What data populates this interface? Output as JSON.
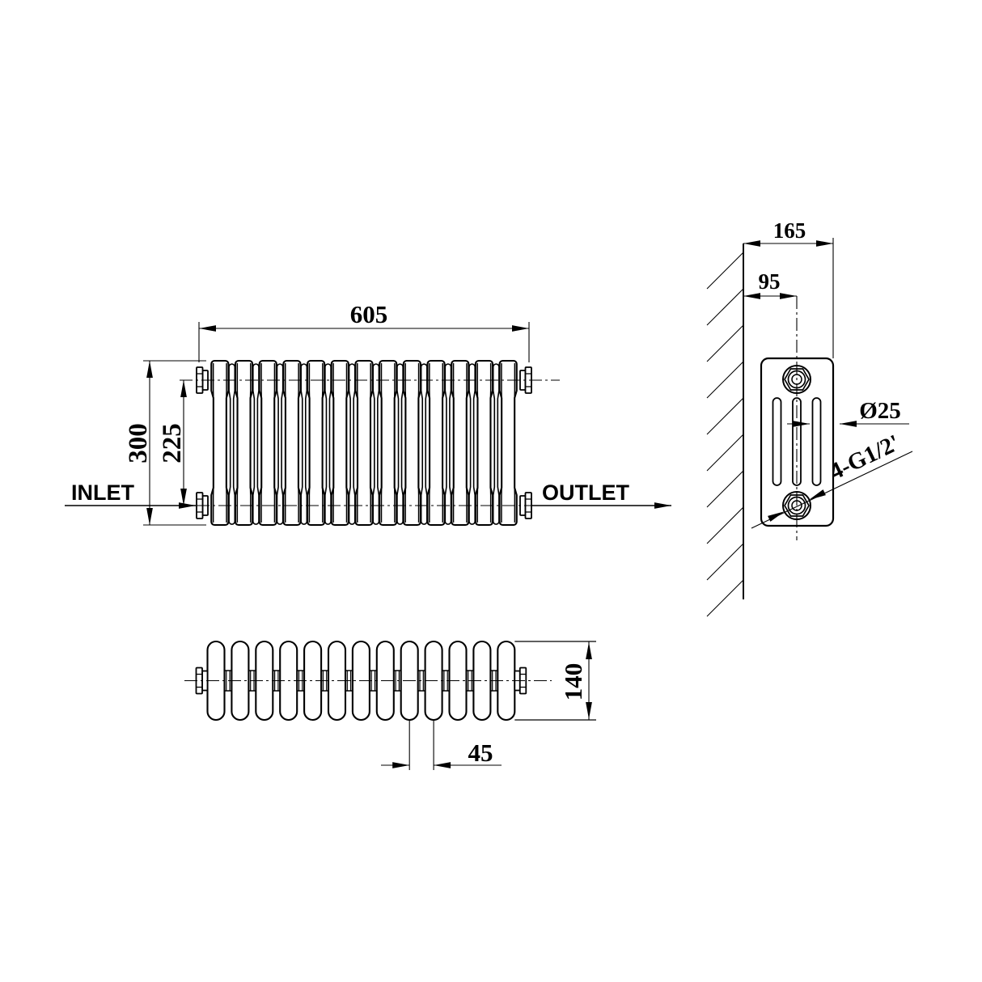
{
  "front_view": {
    "length_label": "605",
    "height_label": "300",
    "connection_height_label": "225",
    "inlet_label": "INLET",
    "outlet_label": "OUTLET",
    "sections": 13
  },
  "side_view": {
    "depth_label": "165",
    "wall_to_center_label": "95",
    "column_diameter_label": "Ø25",
    "connection_thread_label": "4-G1/2'",
    "columns": 3
  },
  "top_view": {
    "depth_label": "140",
    "section_pitch_label": "45",
    "sections": 13
  },
  "colors": {
    "line": "#000000",
    "background": "#ffffff"
  }
}
